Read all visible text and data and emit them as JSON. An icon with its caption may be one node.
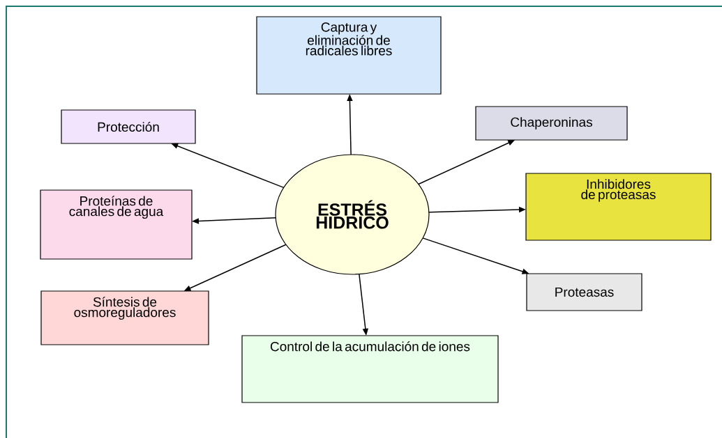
{
  "diagram": {
    "nodes": [
      {
        "text": [
          "Captura y eliminación de radicales libres"
        ]
      },
      {
        "text": [
          "Protección"
        ]
      },
      {
        "text": [
          "Chaperoninas"
        ]
      },
      {
        "text": [
          "ESTRÉS HIDRICO"
        ]
      },
      {
        "text": [
          "Proteínas de canales de agua"
        ]
      },
      {
        "text": [
          "Inhibidores de proteasas"
        ]
      },
      {
        "text": [
          "Proteasas"
        ]
      },
      {
        "text": [
          "Síntesis de osmoreguladores"
        ]
      },
      {
        "text": [
          "Control de la acumulación de iones"
        ]
      }
    ],
    "edges": [
      {
        "from": 3,
        "to": 0,
        "arrow": "to"
      },
      {
        "from": 3,
        "to": 1,
        "arrow": "to"
      },
      {
        "from": 3,
        "to": 2,
        "arrow": "to"
      },
      {
        "from": 3,
        "to": 4,
        "arrow": "to"
      },
      {
        "from": 3,
        "to": 5,
        "arrow": "to"
      },
      {
        "from": 3,
        "to": 6,
        "arrow": "to"
      },
      {
        "from": 3,
        "to": 7,
        "arrow": "to"
      },
      {
        "from": 3,
        "to": 8,
        "arrow": "to"
      }
    ]
  }
}
